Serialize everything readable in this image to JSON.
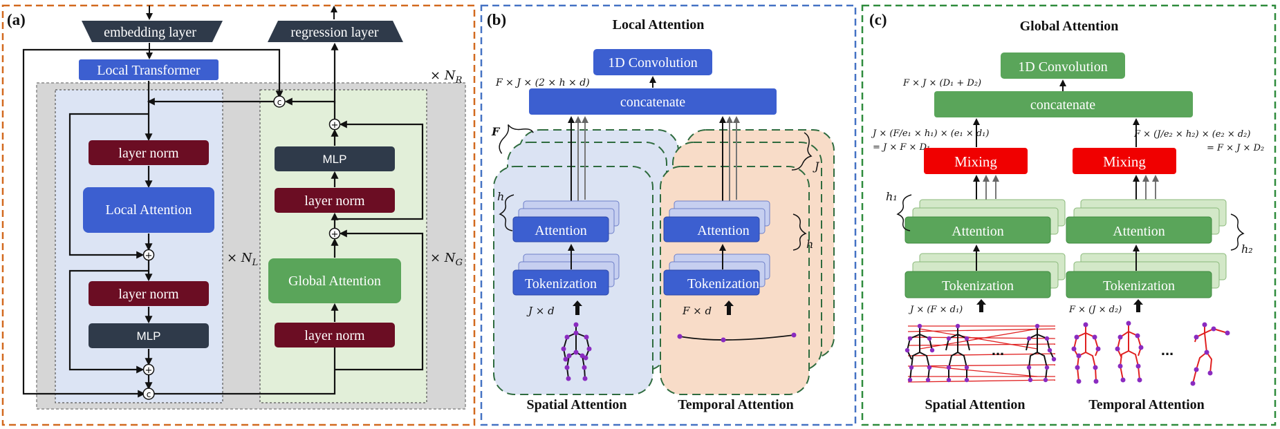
{
  "panels": {
    "a": {
      "label": "(a)",
      "embedding": "embedding layer",
      "regression": "regression layer",
      "local_transformer": "Local Transformer",
      "layer_norm": "layer norm",
      "local_attention": "Local Attention",
      "mlp": "MLP",
      "global_attention": "Global Attention",
      "concat_symbol": "c",
      "add_symbol": "+",
      "nr": "× N",
      "nr_sub": "R",
      "nl": "× N",
      "nl_sub": "L",
      "ng": "× N",
      "ng_sub": "G"
    },
    "b": {
      "label": "(b)",
      "title": "Local Attention",
      "conv": "1D Convolution",
      "concat": "concatenate",
      "dim_top": "F × J × (2 × h × d)",
      "f_label": "F",
      "j_label": "J",
      "h_label": "h",
      "h_label2": "h",
      "attention": "Attention",
      "tokenization": "Tokenization",
      "jd": "J × d",
      "fd": "F × d",
      "spatial": "Spatial Attention",
      "temporal": "Temporal Attention"
    },
    "c": {
      "label": "(c)",
      "title": "Global Attention",
      "conv": "1D Convolution",
      "concat": "concatenate",
      "dim_top": "F × J × (D₁ + D₂)",
      "left_dim1": "J × (F/e₁ × h₁) × (e₁ × d₁)",
      "left_dim2": "= J × F × D₁",
      "right_dim1": "F × (J/e₂ × h₂) × (e₂ × d₂)",
      "right_dim2": "= F × J × D₂",
      "mixing": "Mixing",
      "attention": "Attention",
      "tokenization": "Tokenization",
      "h1": "h₁",
      "h2": "h₂",
      "left_in": "J × (F × d₁)",
      "right_in": "F × (J × d₂)",
      "dots": "...",
      "spatial": "Spatial Attention",
      "temporal": "Temporal Attention"
    }
  },
  "colors": {
    "orange_border": "#d2691e",
    "blue_border": "#4472c4",
    "green_border": "#2e8b3c",
    "blue_box": "#3c5fd0",
    "maroon_box": "#6b0d23",
    "dark_box": "#2f3a4a",
    "green_box": "#5aa55a",
    "red_box": "#f00000",
    "gray_bg": "#d6d6d6",
    "local_bg": "#dce4f4",
    "global_bg": "#e2efd9",
    "spatial_bg": "#dbe3f3",
    "temporal_bg": "#f8dcc8",
    "light_blue_stack": "#c6cff0",
    "light_green_stack": "#d3e8c8",
    "skeleton_red": "#e02020",
    "skeleton_joint": "#8a2bc0"
  }
}
